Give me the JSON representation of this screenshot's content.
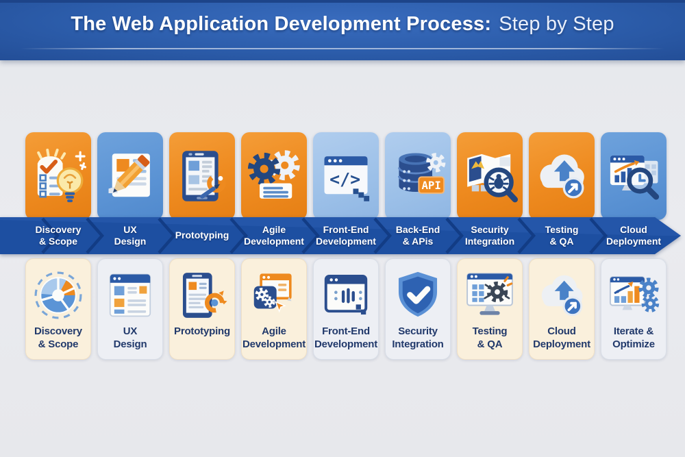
{
  "header": {
    "title_bold": "The Web Application Development Process:",
    "title_light": "Step by Step"
  },
  "ribbon": {
    "steps": [
      {
        "line1": "Discovery",
        "line2": "& Scope"
      },
      {
        "line1": "UX",
        "line2": "Design"
      },
      {
        "line1": "Prototyping",
        "line2": ""
      },
      {
        "line1": "Agile",
        "line2": "Development"
      },
      {
        "line1": "Front-End",
        "line2": "Development"
      },
      {
        "line1": "Back-End",
        "line2": "& APis"
      },
      {
        "line1": "Security",
        "line2": "Integration"
      },
      {
        "line1": "Testing",
        "line2": "& QA"
      },
      {
        "line1": "Cloud",
        "line2": "Deployment"
      }
    ]
  },
  "top_cards": [
    {
      "icon": "checklist-lightbulb-icon",
      "color": "orange"
    },
    {
      "icon": "pencil-document-icon",
      "color": "blue-medium"
    },
    {
      "icon": "tablet-wireframe-icon",
      "color": "orange"
    },
    {
      "icon": "gears-card-icon",
      "color": "orange"
    },
    {
      "icon": "code-window-icon",
      "color": "blue-light"
    },
    {
      "icon": "database-api-icon",
      "color": "blue-light"
    },
    {
      "icon": "map-bug-magnifier-icon",
      "color": "orange"
    },
    {
      "icon": "cloud-upload-icon",
      "color": "orange"
    },
    {
      "icon": "analytics-magnifier-icon",
      "color": "blue-medium"
    }
  ],
  "bottom_cards": [
    {
      "icon": "donut-chart-icon",
      "color": "cream",
      "line1": "Discovery",
      "line2": "& Scope"
    },
    {
      "icon": "wireframe-browser-icon",
      "color": "light",
      "line1": "UX",
      "line2": "Design"
    },
    {
      "icon": "tablet-progress-icon",
      "color": "cream",
      "line1": "Prototyping",
      "line2": ""
    },
    {
      "icon": "gear-window-icon",
      "color": "cream",
      "line1": "Agile",
      "line2": "Development"
    },
    {
      "icon": "code-pipes-window-icon",
      "color": "light",
      "line1": "Front-End",
      "line2": "Development"
    },
    {
      "icon": "shield-check-icon",
      "color": "light",
      "line1": "Security",
      "line2": "Integration"
    },
    {
      "icon": "monitor-bug-gear-icon",
      "color": "cream",
      "line1": "Testing",
      "line2": "& QA"
    },
    {
      "icon": "cloud-upload-icon",
      "color": "cream",
      "line1": "Cloud",
      "line2": "Deployment"
    },
    {
      "icon": "chart-gears-icon",
      "color": "light",
      "line1": "Iterate &",
      "line2": "Optimize"
    }
  ],
  "icon_text": {
    "api": "API",
    "code": "</>"
  },
  "colors": {
    "banner_blue": "#2c5dab",
    "ribbon_blue": "#1d4fa1",
    "ribbon_divider": "#123c85",
    "orange": "#ee8a1f",
    "blue_medium": "#5b93d4",
    "blue_light": "#9cc0e8",
    "cream": "#faf0dc",
    "card_light": "#edeff4",
    "label_navy": "#21396b"
  }
}
